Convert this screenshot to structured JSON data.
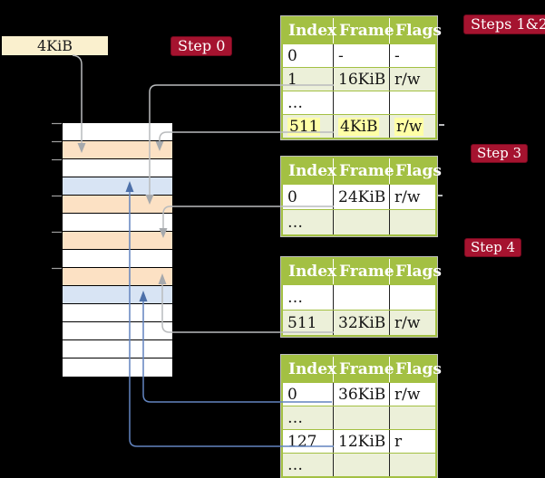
{
  "frame_label_box": {
    "text": "4KiB"
  },
  "step_labels": {
    "step0": "Step 0",
    "steps12": "Steps 1&2",
    "step3": "Step 3",
    "step4": "Step 4"
  },
  "memory_stack": {
    "row_colors": [
      "white",
      "orange",
      "white",
      "blue",
      "orange",
      "white",
      "orange",
      "white",
      "orange",
      "blue",
      "white",
      "white",
      "white",
      "white"
    ],
    "tick_positions_y": [
      136,
      156,
      176,
      216,
      256,
      296
    ]
  },
  "page_tables": [
    {
      "id": "page-table-steps-1-2",
      "headers": [
        "Index",
        "Frame",
        "Flags"
      ],
      "rows": [
        {
          "cells": [
            "0",
            "-",
            "-"
          ],
          "shaded": false,
          "highlighted": false
        },
        {
          "cells": [
            "1",
            "16KiB",
            "r/w"
          ],
          "shaded": true,
          "highlighted": false
        },
        {
          "cells": [
            "…",
            "",
            ""
          ],
          "shaded": false,
          "highlighted": false
        },
        {
          "cells": [
            "511",
            "4KiB",
            "r/w"
          ],
          "shaded": true,
          "highlighted": true
        }
      ]
    },
    {
      "id": "page-table-step-3",
      "headers": [
        "Index",
        "Frame",
        "Flags"
      ],
      "rows": [
        {
          "cells": [
            "0",
            "24KiB",
            "r/w"
          ],
          "shaded": false,
          "highlighted": false
        },
        {
          "cells": [
            "…",
            "",
            ""
          ],
          "shaded": true,
          "highlighted": false
        }
      ]
    },
    {
      "id": "page-table-step-4",
      "headers": [
        "Index",
        "Frame",
        "Flags"
      ],
      "rows": [
        {
          "cells": [
            "…",
            "",
            ""
          ],
          "shaded": false,
          "highlighted": false
        },
        {
          "cells": [
            "511",
            "32KiB",
            "r/w"
          ],
          "shaded": true,
          "highlighted": false
        }
      ]
    },
    {
      "id": "page-table-final",
      "headers": [
        "Index",
        "Frame",
        "Flags"
      ],
      "rows": [
        {
          "cells": [
            "0",
            "36KiB",
            "r/w"
          ],
          "shaded": false,
          "highlighted": false
        },
        {
          "cells": [
            "…",
            "",
            ""
          ],
          "shaded": true,
          "highlighted": false
        },
        {
          "cells": [
            "127",
            "12KiB",
            "r"
          ],
          "shaded": false,
          "highlighted": false
        },
        {
          "cells": [
            "…",
            "",
            ""
          ],
          "shaded": true,
          "highlighted": false
        }
      ]
    }
  ],
  "colors": {
    "table_header_green": "#a3c043",
    "table_row_green": "#ecf0d9",
    "highlight_yellow": "#ffffa6",
    "stack_frame_orange": "#fce1c4",
    "stack_frame_blue": "#d8e4f4",
    "step_label_crimson": "#a5132f",
    "frame_label_cream": "#faf0ce",
    "connector_gray": "#b9bbbd",
    "connector_blue": "#6284bf"
  }
}
